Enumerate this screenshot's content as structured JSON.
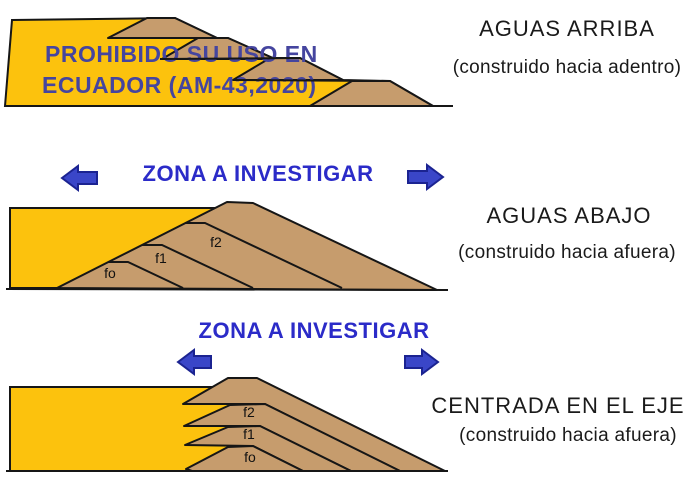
{
  "banner": {
    "line1": "PROHIBIDO SU USO EN",
    "line2": "ECUADOR (AM-43,2020)"
  },
  "zone_label": "ZONA A INVESTIGAR",
  "methods": {
    "upstream": {
      "title": "AGUAS ARRIBA",
      "subtitle": "(construido hacia adentro)"
    },
    "downstream": {
      "title": "AGUAS ABAJO",
      "subtitle": "(construido hacia afuera)"
    },
    "centerline": {
      "title": "CENTRADA EN EL EJE",
      "subtitle": "(construido hacia afuera)"
    }
  },
  "stage_labels": {
    "f0": "fo",
    "f1": "f1",
    "f2": "f2"
  },
  "colors": {
    "tailings_yellow": "#FCC20D",
    "dike_brown": "#C69C6D",
    "outline": "#161616",
    "banner_blue": "#45459F",
    "zone_blue": "#2B2BC8",
    "arrow_blue": "#3A46C8"
  }
}
